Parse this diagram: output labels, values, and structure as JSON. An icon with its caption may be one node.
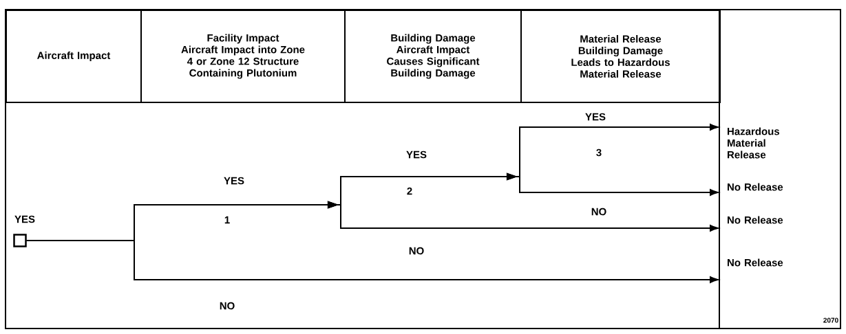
{
  "diagram": {
    "nodes": [
      {
        "text": [
          "Aircraft Impact"
        ]
      },
      {
        "text": [
          "Facility Impact",
          "Aircraft Impact into Zone 4 or Zone 12 Structure Containing Plutonium"
        ]
      },
      {
        "text": [
          "Building Damage",
          "Aircraft Impact Causes Significant Building Damage"
        ]
      },
      {
        "text": [
          "Material Release",
          "Building Damage Leads to Hazardous Material Release"
        ]
      },
      {
        "text": [],
        "shape": "box",
        "beside": [
          "YES"
        ]
      },
      {
        "text": [
          "Hazardous Material Release"
        ]
      },
      {
        "text": [
          "No Release"
        ]
      },
      {
        "text": [
          "No Release"
        ]
      },
      {
        "text": [
          "No Release"
        ]
      }
    ],
    "edges": [
      {
        "from": 4,
        "to": 5,
        "arrow": "to",
        "label": "YES"
      },
      {
        "from": 4,
        "to": 6,
        "arrow": "to",
        "label": "NO"
      },
      {
        "from": 4,
        "to": 7,
        "arrow": "to",
        "label": "NO"
      },
      {
        "from": 4,
        "to": 8,
        "arrow": "to",
        "label": "NO"
      }
    ],
    "labels": [
      "YES",
      "1",
      "YES",
      "2",
      "3",
      "2070"
    ]
  }
}
